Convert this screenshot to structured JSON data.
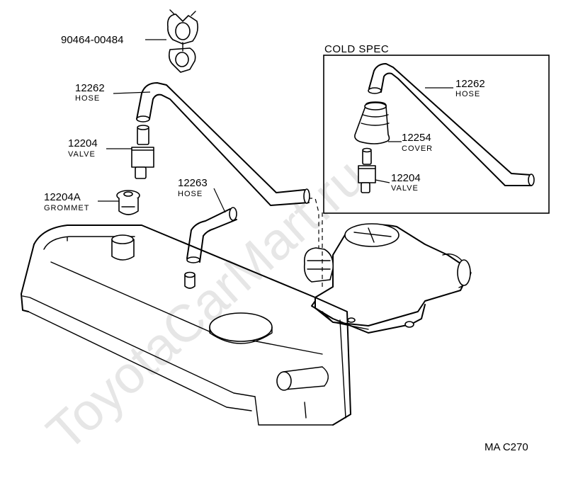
{
  "watermark": "ToyotaCarMart.ru",
  "inset_title": "COLD SPEC",
  "figure_code": "MA C270",
  "callouts": {
    "clip": {
      "number": "90464-00484"
    },
    "hose_main": {
      "number": "12262",
      "word": "HOSE"
    },
    "valve_main": {
      "number": "12204",
      "word": "VALVE"
    },
    "grommet": {
      "number": "12204A",
      "word": "GROMMET"
    },
    "hose_small": {
      "number": "12263",
      "word": "HOSE"
    },
    "hose_inset": {
      "number": "12262",
      "word": "HOSE"
    },
    "cover_inset": {
      "number": "12254",
      "word": "COVER"
    },
    "valve_inset": {
      "number": "12204",
      "word": "VALVE"
    }
  }
}
